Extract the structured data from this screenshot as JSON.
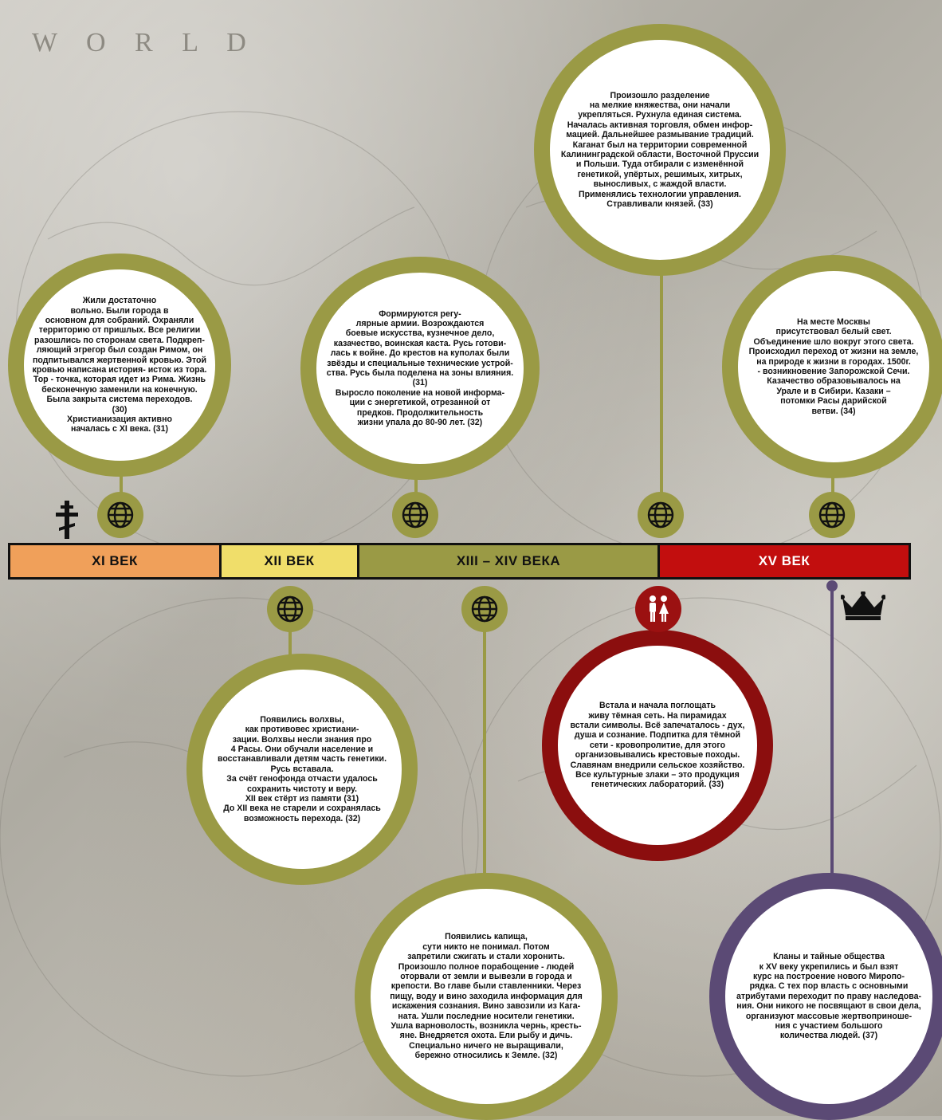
{
  "timeline": {
    "segments": [
      {
        "label": "XI ВЕК",
        "color": "#f0a05a",
        "text_color": "#111111"
      },
      {
        "label": "XII ВЕК",
        "color": "#f0de6a",
        "text_color": "#111111"
      },
      {
        "label": "XIII – XIV ВЕКА",
        "color": "#9a9a45",
        "text_color": "#111111"
      },
      {
        "label": "XV ВЕК",
        "color": "#c20e0e",
        "text_color": "#ffffff"
      }
    ]
  },
  "bubbles": {
    "b1": "Жили достаточно\nвольно. Были города в\nосновном для собраний. Охраняли\nтерриторию от пришлых. Все религии\nразошлись по сторонам света. Подкреп-\nляющий эгрегор был создан Римом, он\nподпитывался жертвенной кровью. Этой\nкровью написана история- исток из тора.\nТор - точка, которая идет из Рима. Жизнь\nбесконечную заменили на конечную.\nБыла закрыта система переходов.\n(30)\nХристианизация активно\nначалась с XI века. (31)",
    "b2": "Формируются регу-\nлярные армии. Возрождаются\nбоевые искусства, кузнечное дело,\nказачество, воинская каста. Русь готови-\nлась к войне. До крестов на куполах были\nзвёзды и специальные технические устрой-\nства. Русь была поделена на зоны влияния.\n(31)\nВыросло поколение на новой информа-\nции с энергетикой, отрезанной от\nпредков. Продолжительность\nжизни упала до 80-90 лет. (32)",
    "b3": "Произошло разделение\nна мелкие княжества, они начали\nукрепляться. Рухнула единая система.\nНачалась активная торговля, обмен инфор-\nмацией. Дальнейшее размывание традиций.\nКаганат был на территории современной\nКалининградской области, Восточной Пруссии\nи Польши. Туда отбирали с изменённой\nгенетикой, упёртых, решимых, хитрых,\nвыносливых, с жаждой власти.\nПрименялись технологии управления.\nСтравливали князей. (33)",
    "b4": "На месте Москвы\nприсутствовал белый свет.\nОбъединение шло вокруг этого света.\nПроисходил переход от жизни на земле,\nна природе к жизни в городах. 1500г.\n- возникновение Запорожской Сечи.\nКазачество образовывалось на\nУрале и в Сибири. Казаки –\nпотомки Расы дарийской\nветви. (34)",
    "b5": "Появились волхвы,\nкак противовес христиани-\nзации. Волхвы несли знания про\n4 Расы. Они обучали население и\nвосстанавливали детям часть генетики.\nРусь вставала.\nЗа счёт генофонда отчасти удалось\nсохранить чистоту и веру.\nXII век стёрт из памяти (31)\nДо XII века не старели и сохранялась\nвозможность перехода. (32)",
    "b6": "Появились капища,\nсути никто не понимал. Потом\nзапретили сжигать и стали хоронить.\nПроизошло полное порабощение - людей\nоторвали от земли и вывезли в города и\nкрепости. Во главе были ставленники. Через\nпищу, воду и вино заходила информация для\nискажения сознания. Вино завозили из Кага-\nната. Ушли последние носители генетики.\nУшла варноволость, возникла чернь, кресть-\nяне. Внедряется охота. Ели рыбу и дичь.\nСпециально ничего не выращивали,\nбережно относились к Земле. (32)",
    "b7": "Встала и начала поглощать\nживу тёмная сеть. На пирамидах\nвстали символы. Всё запечаталось - дух,\nдуша и сознание. Подпитка для тёмной\nсети - кровопролитие, для этого\nорганизовывались крестовые походы.\nСлавянам внедрили сельское хозяйство.\nВсе культурные злаки – это продукция\nгенетических лабораторий. (33)",
    "b8": "Кланы и тайные общества\nк XV веку укрепились и был взят\nкурс на построение нового Миропо-\nрядка. С тех пор власть с основными\nатрибутами переходит по праву наследова-\nния. Они никого не посвящают в свои дела,\nорганизуют массовые жертвоприноше-\nния  с участием большого\nколичества людей. (37)"
  },
  "background": {
    "world_label": "W O R L D"
  },
  "colors": {
    "olive": "#9a9a45",
    "red": "#8b0e0e",
    "purple": "#5b4a75"
  },
  "icons": [
    "orthodox-cross-icon",
    "globe-icon",
    "people-icon",
    "crown-icon"
  ]
}
